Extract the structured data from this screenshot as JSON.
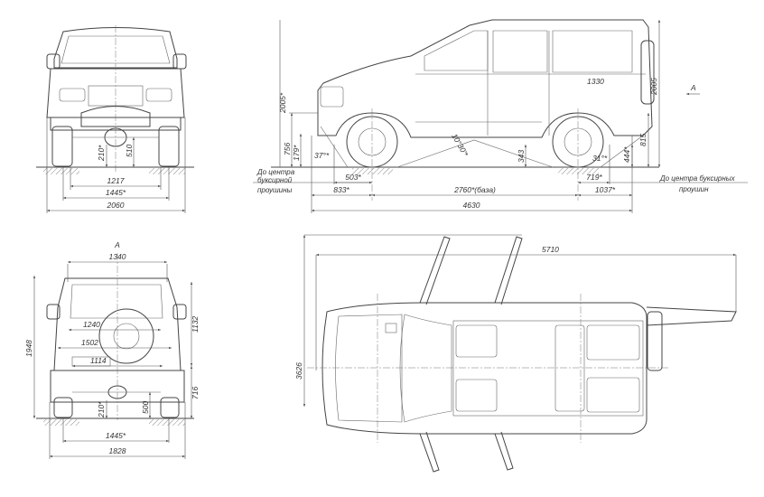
{
  "title": "UAZ Patriot dimensional drawing",
  "front_view": {
    "dims": {
      "track_inner": "1217",
      "track": "1445*",
      "width": "2060",
      "clearance": "210*",
      "axle_height": "510"
    }
  },
  "side_view": {
    "dims": {
      "height_left": "2005*",
      "bumper_height": "756",
      "front_clearance": "179*",
      "approach_angle": "37°*",
      "ramp_angle": "10°30'*",
      "mid_clearance": "343",
      "departure_angle": "31°*",
      "rear_clearance": "444*",
      "rear_bumper_height": "815",
      "height_right": "2005",
      "cargo_length": "1330",
      "front_tow": "503*",
      "front_overhang": "833*",
      "wheelbase": "2760*(база)",
      "rear_overhang": "1037*",
      "rear_tow": "719*",
      "length": "4630"
    },
    "notes": {
      "front_tow_line1": "До центра",
      "front_tow_line2": "буксирной",
      "front_tow_line3": "проушины",
      "rear_tow_line1": "До центра буксирных",
      "rear_tow_line2": "проушин"
    },
    "view_marker": "A"
  },
  "rear_view": {
    "view_marker": "A",
    "dims": {
      "roof_width": "1340",
      "height": "1948",
      "door_height": "1132",
      "door_width_top": "1240",
      "door_width": "1502",
      "door_width_bottom": "1114",
      "sill_height": "716",
      "clearance": "210*",
      "axle_height": "500",
      "track": "1445*",
      "width": "1828"
    }
  },
  "top_view": {
    "dims": {
      "length_open": "5710",
      "width_open": "3626"
    }
  }
}
